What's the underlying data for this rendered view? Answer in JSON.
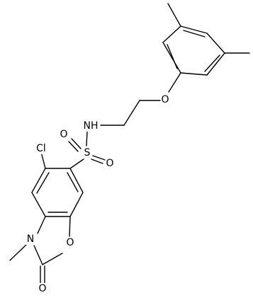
{
  "molecule": {
    "atom_labels": {
      "cl": "Cl",
      "s": "S",
      "o_s1": "O",
      "o_s2": "O",
      "nh": "NH",
      "o_ether": "O",
      "n_ring": "N",
      "o_ring": "O",
      "o_carbonyl": "O"
    },
    "colors": {
      "bond": "#000000",
      "text": "#000000",
      "background": "#ffffff"
    }
  }
}
